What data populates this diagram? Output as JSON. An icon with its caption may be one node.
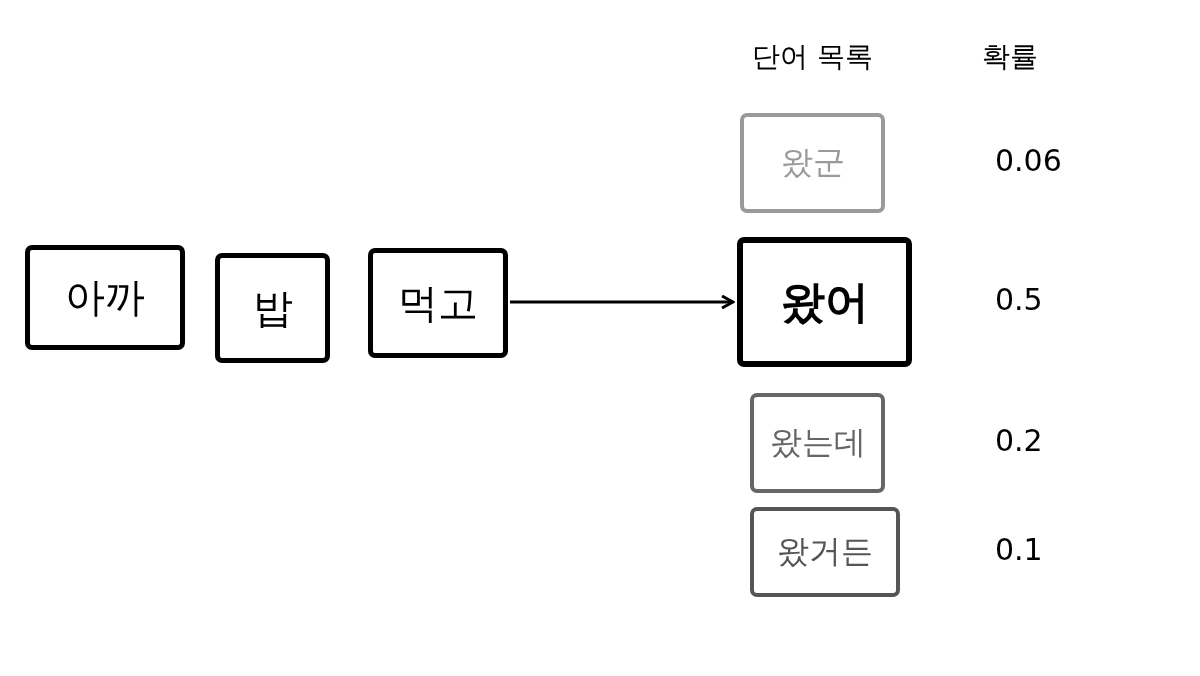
{
  "diagram": {
    "nodes": [
      {
        "text": [
          "아까"
        ]
      },
      {
        "text": [
          "밥"
        ]
      },
      {
        "text": [
          "먹고"
        ]
      },
      {
        "text": [
          "왔군"
        ],
        "beside": [
          "0.06"
        ]
      },
      {
        "text": [
          "왔어"
        ],
        "beside": [
          "0.5"
        ]
      },
      {
        "text": [
          "왔는데"
        ],
        "beside": [
          "0.2"
        ]
      },
      {
        "text": [
          "왔거든"
        ],
        "beside": [
          "0.1"
        ]
      }
    ],
    "edges": [
      {
        "from": 2,
        "to": 4,
        "arrow": "to"
      }
    ],
    "labels": [
      "단어 목록",
      "확률"
    ]
  }
}
